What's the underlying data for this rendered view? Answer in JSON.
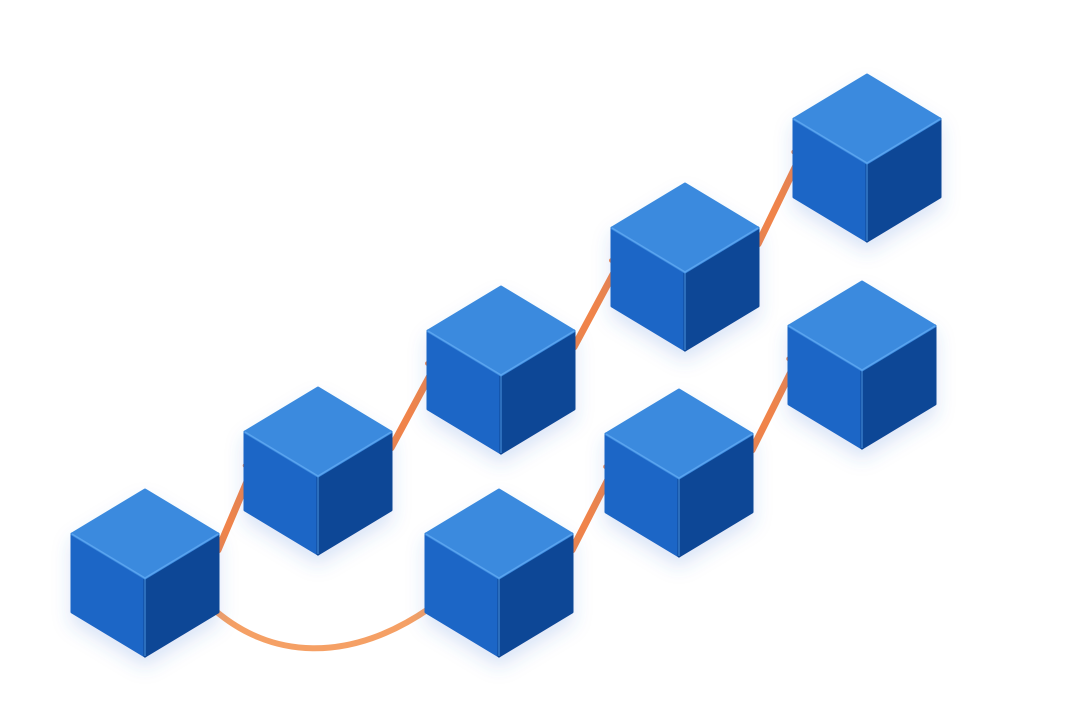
{
  "diagram": {
    "type": "isometric-block-chain",
    "colors": {
      "cube_top": "#3b8ade",
      "cube_left": "#1f66c6",
      "cube_right": "#0f4796",
      "cube_edge_highlight": "#5aa4ef",
      "arrow": "#f0844a",
      "curve": "#f5a065",
      "background": "#ffffff"
    },
    "nodes": [
      {
        "id": "a1",
        "row": "upper"
      },
      {
        "id": "a2",
        "row": "upper"
      },
      {
        "id": "a3",
        "row": "upper"
      },
      {
        "id": "a4",
        "row": "upper"
      },
      {
        "id": "a5",
        "row": "upper"
      },
      {
        "id": "b1",
        "row": "lower"
      },
      {
        "id": "b2",
        "row": "lower"
      },
      {
        "id": "b3",
        "row": "lower"
      }
    ],
    "edges": [
      {
        "from": "a1",
        "to": "a2",
        "style": "arrow"
      },
      {
        "from": "a2",
        "to": "a3",
        "style": "arrow"
      },
      {
        "from": "a3",
        "to": "a4",
        "style": "arrow"
      },
      {
        "from": "a4",
        "to": "a5",
        "style": "arrow"
      },
      {
        "from": "a1",
        "to": "b1",
        "style": "curve"
      },
      {
        "from": "b1",
        "to": "b2",
        "style": "arrow"
      },
      {
        "from": "b2",
        "to": "b3",
        "style": "arrow"
      }
    ]
  }
}
